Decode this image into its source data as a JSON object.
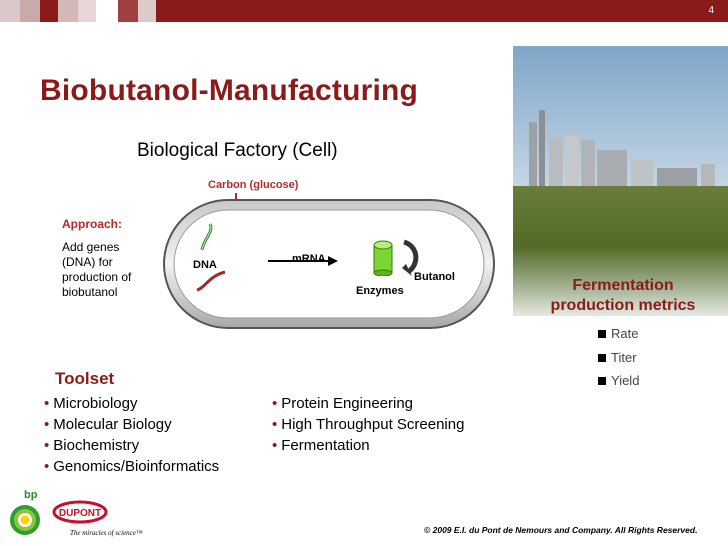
{
  "slide": {
    "number": "4",
    "title": "Biobutanol-Manufacturing",
    "subtitle": "Biological Factory (Cell)"
  },
  "diagram": {
    "carbon_label": "Carbon (glucose)",
    "dna_label": "DNA",
    "mrna_label": "mRNA",
    "enzymes_label": "Enzymes",
    "butanol_label": "Butanol"
  },
  "approach": {
    "heading": "Approach:",
    "lines": [
      "Add genes",
      "(DNA) for",
      "production of",
      "biobutanol"
    ]
  },
  "metrics": {
    "heading_line1": "Fermentation",
    "heading_line2": "production metrics",
    "items": [
      "Rate",
      "Titer",
      "Yield"
    ]
  },
  "toolset": {
    "heading": "Toolset",
    "bullet": "•",
    "left": [
      "Microbiology",
      "Molecular Biology",
      "Biochemistry",
      "Genomics/Bioinformatics"
    ],
    "right": [
      "Protein Engineering",
      "High Throughput Screening",
      "Fermentation"
    ]
  },
  "footer": {
    "copyright": "© 2009 E.I. du Pont de Nemours and Company. All Rights Reserved.",
    "bp_logo_text": "bp",
    "dupont_logo_text": "DUPONT",
    "dupont_tagline": "The miracles of science™"
  },
  "colors": {
    "accent": "#8b1a1a",
    "top_bar": "#8b1a1a"
  }
}
